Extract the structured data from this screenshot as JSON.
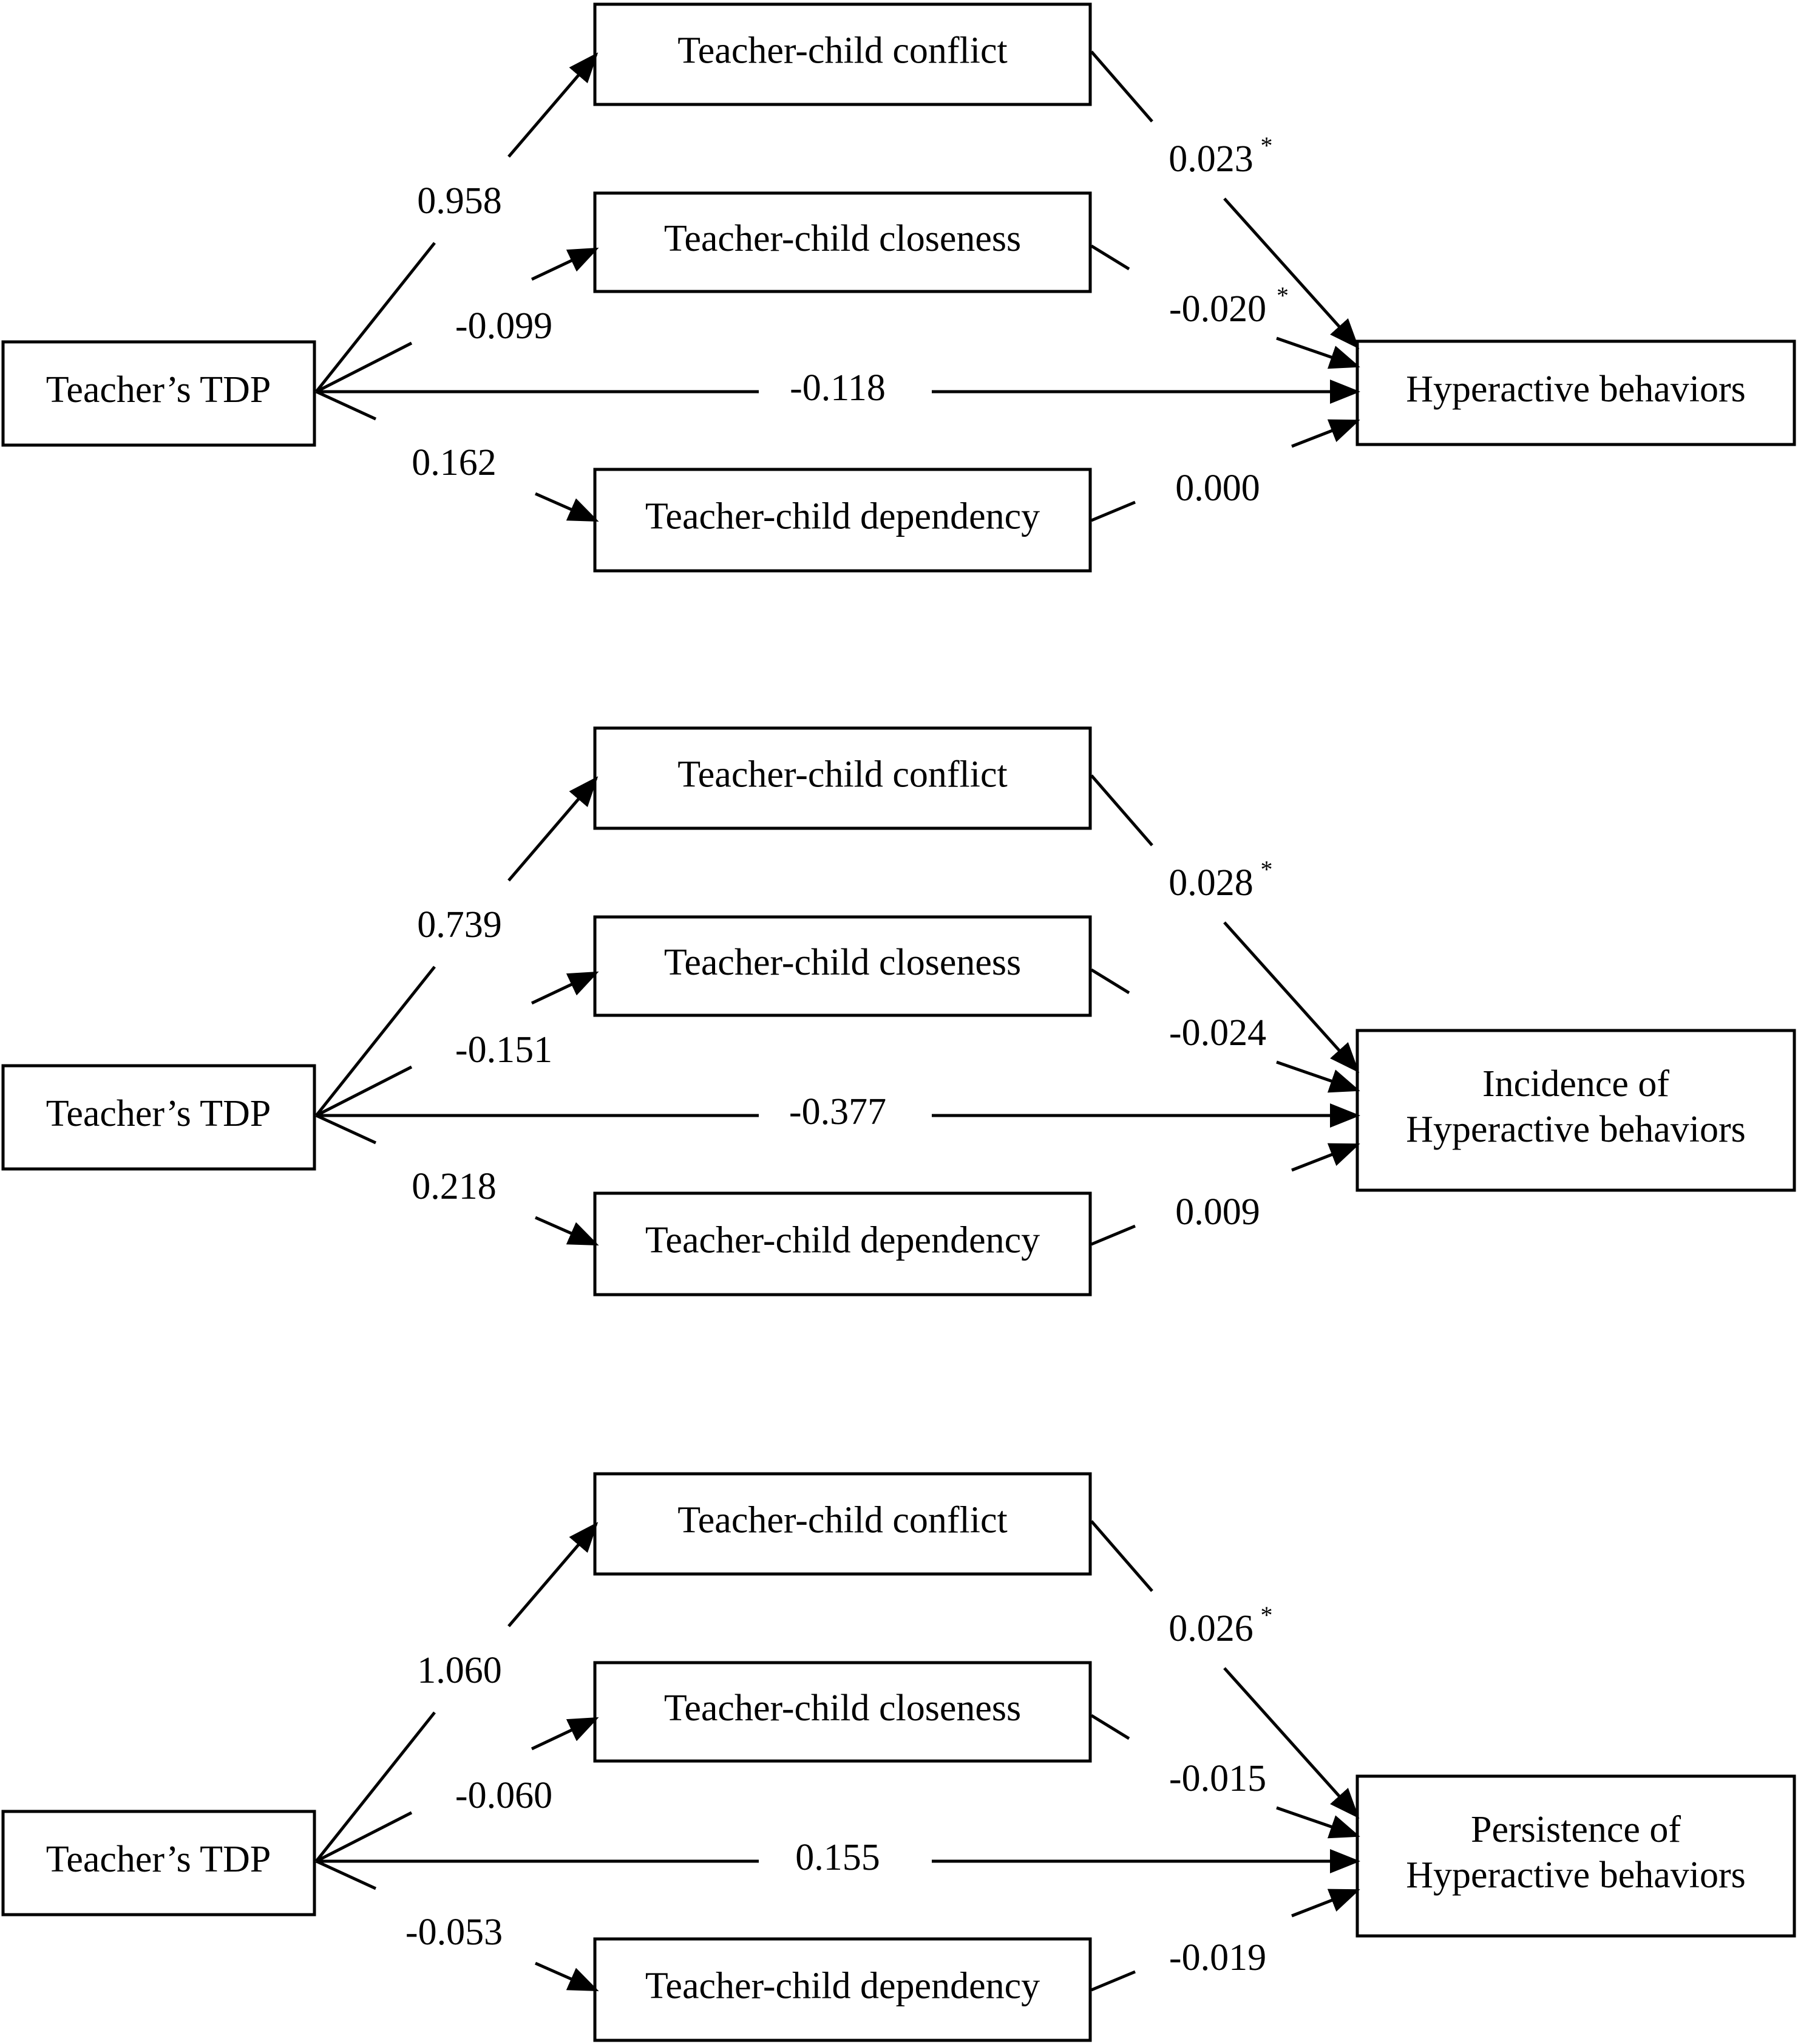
{
  "colors": {
    "line": "#000000",
    "background": "#ffffff"
  },
  "panels": [
    {
      "source": "Teacher’s TDP",
      "mediators": [
        "Teacher-child conflict",
        "Teacher-child closeness",
        "Teacher-child dependency"
      ],
      "outcome": [
        "Hyperactive behaviors"
      ],
      "a_paths": [
        "0.958",
        "-0.099",
        "0.162"
      ],
      "direct": "-0.118",
      "b_paths": [
        "0.023",
        "-0.020",
        "0.000"
      ],
      "b_star": [
        "*",
        "*",
        ""
      ]
    },
    {
      "source": "Teacher’s TDP",
      "mediators": [
        "Teacher-child conflict",
        "Teacher-child closeness",
        "Teacher-child dependency"
      ],
      "outcome": [
        "Incidence of",
        "Hyperactive behaviors"
      ],
      "a_paths": [
        "0.739",
        "-0.151",
        "0.218"
      ],
      "direct": "-0.377",
      "b_paths": [
        "0.028",
        "-0.024",
        "0.009"
      ],
      "b_star": [
        "*",
        "",
        ""
      ]
    },
    {
      "source": "Teacher’s TDP",
      "mediators": [
        "Teacher-child conflict",
        "Teacher-child closeness",
        "Teacher-child dependency"
      ],
      "outcome": [
        "Persistence of",
        "Hyperactive behaviors"
      ],
      "a_paths": [
        "1.060",
        "-0.060",
        "-0.053"
      ],
      "direct": "0.155",
      "b_paths": [
        "0.026",
        "-0.015",
        "-0.019"
      ],
      "b_star": [
        "*",
        "",
        ""
      ]
    }
  ]
}
